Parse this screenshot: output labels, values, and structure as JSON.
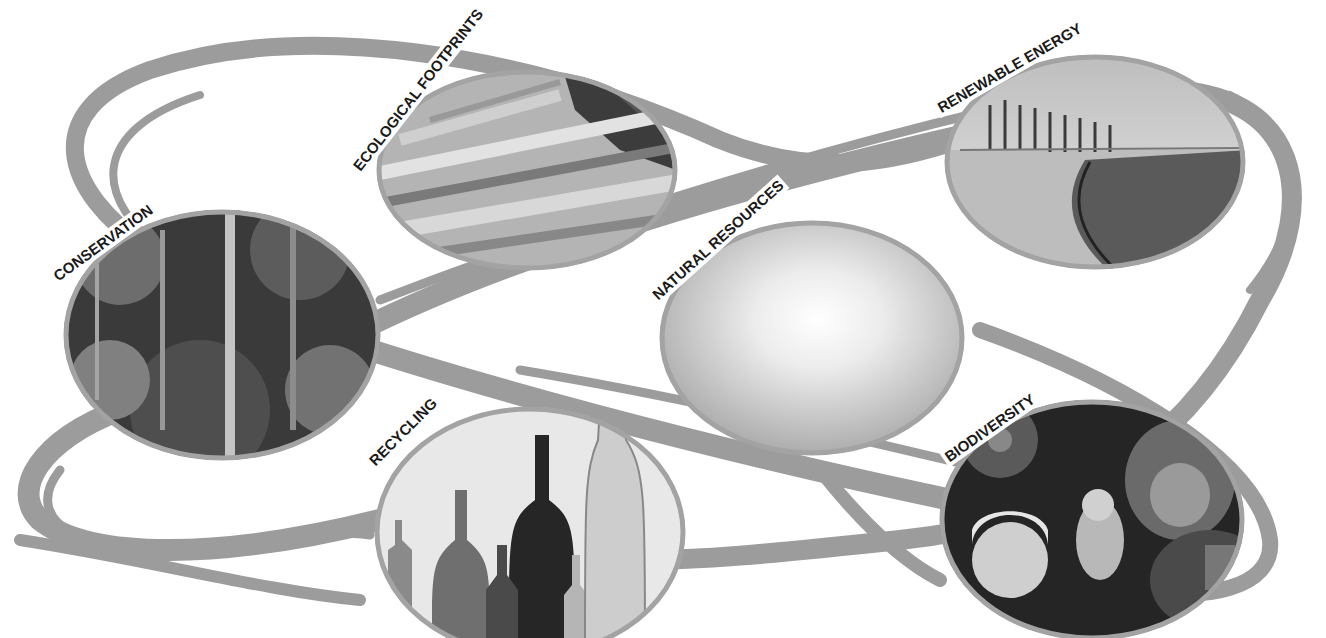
{
  "diagram": {
    "nodes": [
      {
        "text": [
          "ECOLOGICAL FOOTPRINTS"
        ]
      },
      {
        "text": [
          "RENEWABLE ENERGY"
        ]
      },
      {
        "text": [
          "CONSERVATION"
        ]
      },
      {
        "text": [
          "NATURAL RESOURCES"
        ]
      },
      {
        "text": [
          "RECYCLING"
        ]
      },
      {
        "text": [
          "BIODIVERSITY"
        ]
      }
    ]
  }
}
